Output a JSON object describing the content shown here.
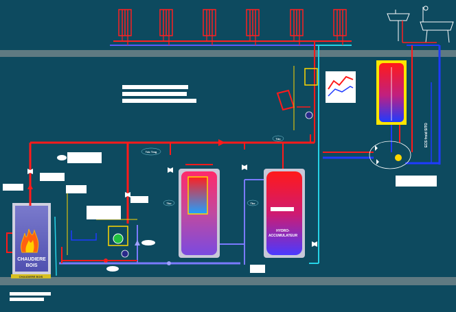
{
  "colors": {
    "background": "#0d4a5f",
    "floor": "#5f7a82",
    "hot_pipe": "#ff1a1a",
    "cold_pipe": "#1f3bff",
    "return_pipe": "#7a7aff",
    "cyan_pipe": "#26d4e8",
    "label_bg": "#ffffff"
  },
  "boiler": {
    "line1": "CHAUDIERE",
    "line2": "BOIS",
    "plate": "CHAUDIERE BOIS"
  },
  "accumulator": {
    "line1": "HYDRO-",
    "line2": "ACCUMULATEUR"
  },
  "pipe_tags": {
    "tag_top": "Tdc",
    "tag_tcoll": "Tdc Tmg",
    "tag_left_tank": "Tbc",
    "tag_right_tank": "Tbc"
  },
  "vertical_label": "ECS froid SITO"
}
